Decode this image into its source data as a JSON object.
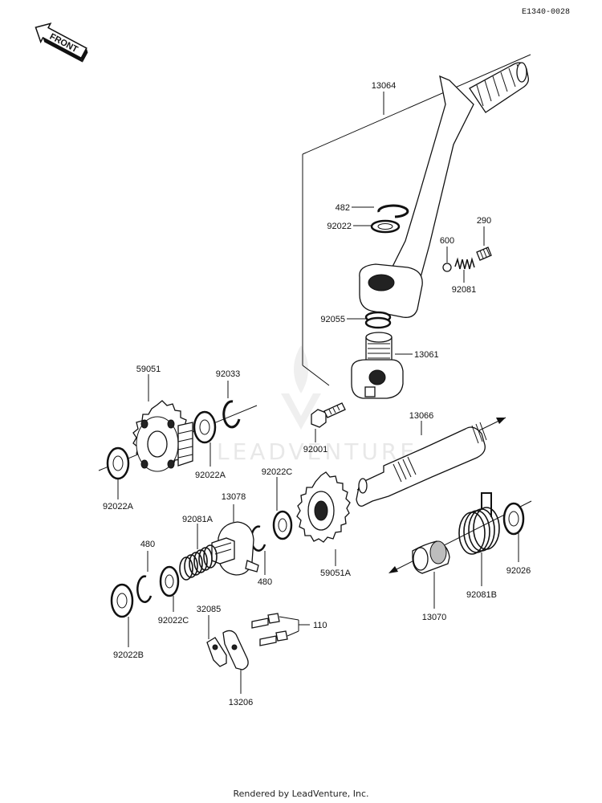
{
  "diagram_code": "E1340-0028",
  "front_label": "FRONT",
  "watermark_text": "LEADVENTURE",
  "credit": "Rendered by LeadVenture, Inc.",
  "parts": {
    "p13064": "13064",
    "p482": "482",
    "p92022": "92022",
    "p290": "290",
    "p600": "600",
    "p92081": "92081",
    "p92055": "92055",
    "p13061": "13061",
    "p59051": "59051",
    "p92033": "92033",
    "p92022A_r": "92022A",
    "p92022A_l": "92022A",
    "p92001": "92001",
    "p13066": "13066",
    "p92022C_t": "92022C",
    "p13078": "13078",
    "p92081A": "92081A",
    "p480_l": "480",
    "p480_r": "480",
    "p59051A": "59051A",
    "p92026": "92026",
    "p92081B": "92081B",
    "p13070": "13070",
    "p92022C_b": "92022C",
    "p92022B": "92022B",
    "p32085": "32085",
    "p110": "110",
    "p13206": "13206"
  }
}
